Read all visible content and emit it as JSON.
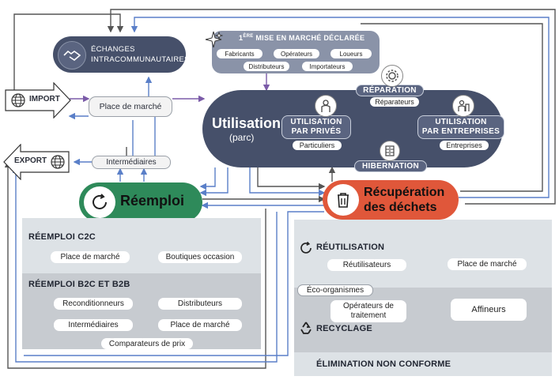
{
  "colors": {
    "navy": "#46506a",
    "green": "#2e8a5a",
    "orange": "#e0573a",
    "grey_panel": "#dde2e6",
    "grey_dark": "#c7cbd0",
    "purple": "#7b5ba8",
    "blue": "#5a7fc8"
  },
  "echanges": {
    "line1": "ÉCHANGES",
    "line2": "INTRACOMMUNAUTAIRES"
  },
  "mise_en_marche": {
    "prefix": "1",
    "sup": "ÈRE",
    "title": " MISE EN MARCHÉ DÉCLARÉE",
    "items": [
      "Fabricants",
      "Opérateurs",
      "Loueurs",
      "Distributeurs",
      "Importateurs"
    ]
  },
  "import_label": "IMPORT",
  "export_label": "EXPORT",
  "place_de_marche": "Place de marché",
  "intermediaires": "Intermédiaires",
  "utilisation": {
    "title": "Utilisation",
    "subtitle": "(parc)",
    "reparation": "RÉPARATION",
    "reparateurs": "Réparateurs",
    "prives_l1": "UTILISATION",
    "prives_l2": "PAR PRIVÉS",
    "particuliers": "Particuliers",
    "entreprises_l1": "UTILISATION",
    "entreprises_l2": "PAR ENTREPRISES",
    "entreprises": "Entreprises",
    "hibernation": "HIBERNATION"
  },
  "reemploi": {
    "title": "Réemploi",
    "c2c_title": "RÉEMPLOI C2C",
    "c2c_items": [
      "Place de marché",
      "Boutiques occasion"
    ],
    "b2c_title": "RÉEMPLOI B2C ET B2B",
    "b2c_items": [
      "Reconditionneurs",
      "Distributeurs",
      "Intermédiaires",
      "Place de marché",
      "Comparateurs de prix"
    ]
  },
  "recuperation": {
    "title_l1": "Récupération",
    "title_l2": "des déchets",
    "reutilisation": "RÉUTILISATION",
    "reutilisateurs": "Réutilisateurs",
    "place_de_marche": "Place de marché",
    "eco": "Éco-organismes",
    "operateurs_l1": "Opérateurs de",
    "operateurs_l2": "traitement",
    "affineurs": "Affineurs",
    "recyclage": "RECYCLAGE",
    "elimination": "ÉLIMINATION NON CONFORME"
  }
}
